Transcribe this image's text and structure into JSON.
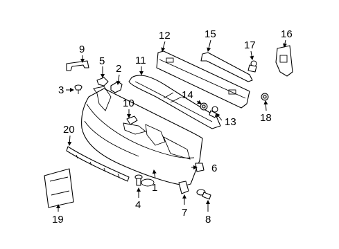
{
  "diagram": {
    "callouts": [
      {
        "id": "c1",
        "text": "1"
      },
      {
        "id": "c2",
        "text": "2"
      },
      {
        "id": "c3",
        "text": "3"
      },
      {
        "id": "c4",
        "text": "4"
      },
      {
        "id": "c5",
        "text": "5"
      },
      {
        "id": "c6",
        "text": "6"
      },
      {
        "id": "c7",
        "text": "7"
      },
      {
        "id": "c8",
        "text": "8"
      },
      {
        "id": "c9",
        "text": "9"
      },
      {
        "id": "c10",
        "text": "10"
      },
      {
        "id": "c11",
        "text": "11"
      },
      {
        "id": "c12",
        "text": "12"
      },
      {
        "id": "c13",
        "text": "13"
      },
      {
        "id": "c14",
        "text": "14"
      },
      {
        "id": "c15",
        "text": "15"
      },
      {
        "id": "c16",
        "text": "16"
      },
      {
        "id": "c17",
        "text": "17"
      },
      {
        "id": "c18",
        "text": "18"
      },
      {
        "id": "c19",
        "text": "19"
      },
      {
        "id": "c20",
        "text": "20"
      }
    ]
  },
  "colors": {
    "line": "#000000",
    "background": "#ffffff",
    "shade": "#dcdcdc"
  }
}
